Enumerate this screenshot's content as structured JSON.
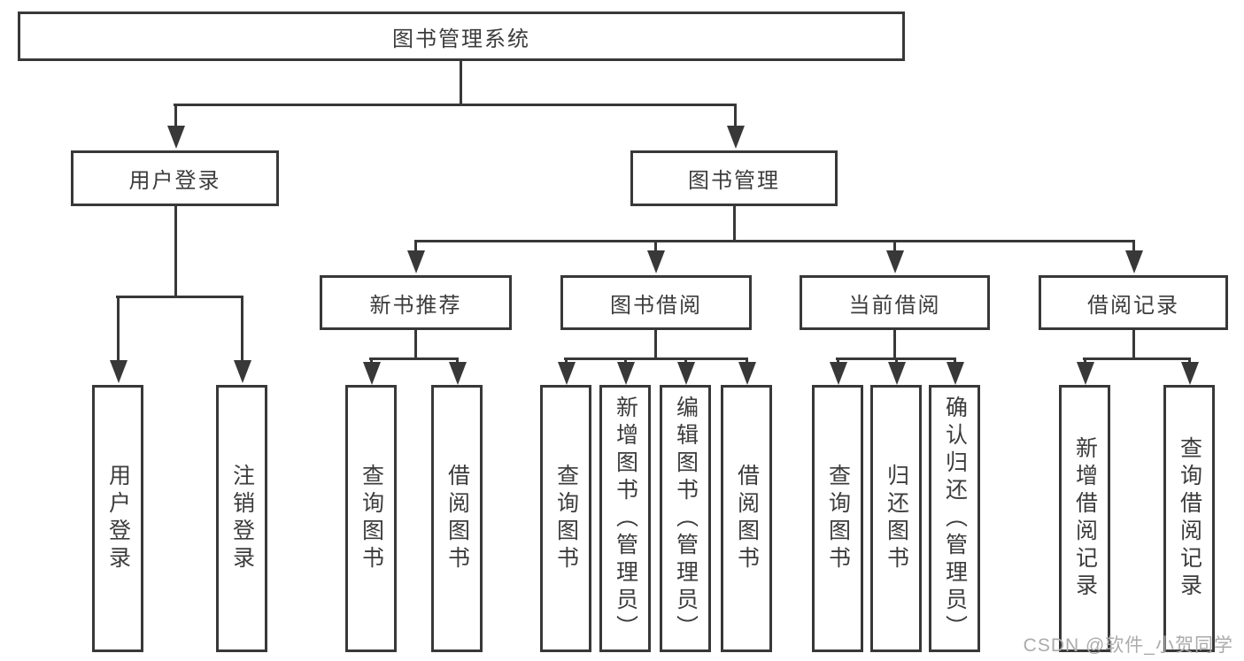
{
  "nodes": {
    "root": "图书管理系统",
    "l2": [
      "用户登录",
      "图书管理"
    ],
    "l3": [
      "新书推荐",
      "图书借阅",
      "当前借阅",
      "借阅记录"
    ],
    "g_login": [
      "用户登录",
      "注销登录"
    ],
    "g_newbook": [
      "查询图书",
      "借阅图书"
    ],
    "g_borrow": [
      "查询图书",
      "新增图书（管理员）",
      "编辑图书（管理员）",
      "借阅图书"
    ],
    "g_current": [
      "查询图书",
      "归还图书",
      "确认归还（管理员）"
    ],
    "g_records": [
      "新增借阅记录",
      "查询借阅记录"
    ]
  },
  "watermark": "CSDN @软件_小贺同学",
  "colors": {
    "line": "#383838",
    "text": "#3c3c3c",
    "watermark": "#ababab",
    "background": "#ffffff"
  }
}
